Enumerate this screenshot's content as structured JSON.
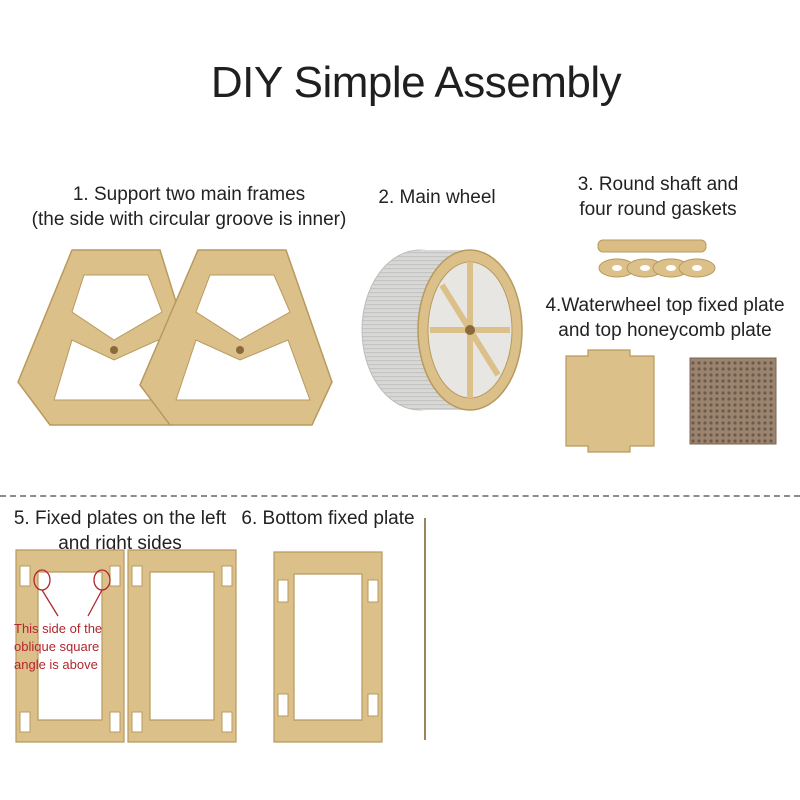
{
  "title": "DIY Simple Assembly",
  "steps": [
    {
      "lines": [
        "1. Support two main frames",
        "(the side with circular groove is inner)"
      ]
    },
    {
      "lines": [
        "2. Main wheel"
      ]
    },
    {
      "lines": [
        "3. Round shaft and",
        "four round gaskets"
      ]
    },
    {
      "lines": [
        "4.Waterwheel top fixed plate",
        "and top honeycomb plate"
      ]
    },
    {
      "lines": [
        "5. Fixed plates on the left",
        "and right sides"
      ]
    },
    {
      "lines": [
        "6. Bottom fixed plate"
      ]
    }
  ],
  "note": {
    "lines": [
      "This side of the",
      "oblique square",
      "angle is above"
    ]
  },
  "colors": {
    "cardboard": "#dcc08a",
    "cardboard_edge": "#b89a5e",
    "wheel_gray": "#d6d6d4",
    "honeycomb": "#8a7560",
    "note_red": "#b3262e"
  }
}
